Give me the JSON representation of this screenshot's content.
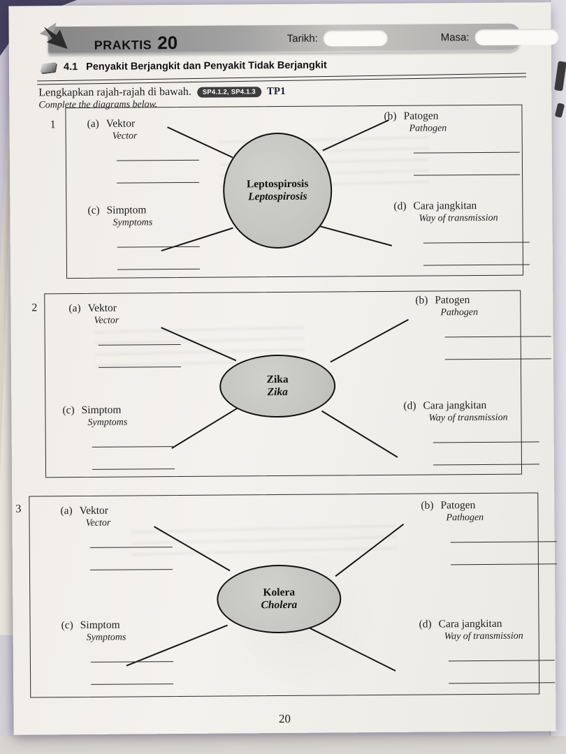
{
  "header": {
    "praktis_label": "PRAKTIS",
    "praktis_number": "20",
    "tarikh_label": "Tarikh:",
    "masa_label": "Masa:"
  },
  "section": {
    "number": "4.1",
    "title_my": "Penyakit Berjangkit dan Penyakit Tidak Berjangkit"
  },
  "instruction": {
    "text_my": "Lengkapkan rajah-rajah di bawah.",
    "badge": "SP4.1.2, SP4.1.3",
    "tp": "TP1",
    "text_en": "Complete the diagrams below."
  },
  "diagrams": [
    {
      "number": "1",
      "disease_my": "Leptospirosis",
      "disease_en": "Leptospirosis",
      "labels": {
        "a": {
          "letter": "(a)",
          "my": "Vektor",
          "en": "Vector"
        },
        "b": {
          "letter": "(b)",
          "my": "Patogen",
          "en": "Pathogen"
        },
        "c": {
          "letter": "(c)",
          "my": "Simptom",
          "en": "Symptoms"
        },
        "d": {
          "letter": "(d)",
          "my": "Cara jangkitan",
          "en": "Way of transmission"
        }
      }
    },
    {
      "number": "2",
      "disease_my": "Zika",
      "disease_en": "Zika",
      "labels": {
        "a": {
          "letter": "(a)",
          "my": "Vektor",
          "en": "Vector"
        },
        "b": {
          "letter": "(b)",
          "my": "Patogen",
          "en": "Pathogen"
        },
        "c": {
          "letter": "(c)",
          "my": "Simptom",
          "en": "Symptoms"
        },
        "d": {
          "letter": "(d)",
          "my": "Cara jangkitan",
          "en": "Way of transmission"
        }
      }
    },
    {
      "number": "3",
      "disease_my": "Kolera",
      "disease_en": "Cholera",
      "labels": {
        "a": {
          "letter": "(a)",
          "my": "Vektor",
          "en": "Vector"
        },
        "b": {
          "letter": "(b)",
          "my": "Patogen",
          "en": "Pathogen"
        },
        "c": {
          "letter": "(c)",
          "my": "Simptom",
          "en": "Symptoms"
        },
        "d": {
          "letter": "(d)",
          "my": "Cara jangkitan",
          "en": "Way of transmission"
        }
      }
    }
  ],
  "page_number": "20",
  "colors": {
    "banner_gray": "#a2a2a2",
    "badge_dark": "#3d3d3d",
    "paper": "#f1efeb",
    "ellipse_fill": "#c4c4c0",
    "table_purple": "#45405f"
  }
}
